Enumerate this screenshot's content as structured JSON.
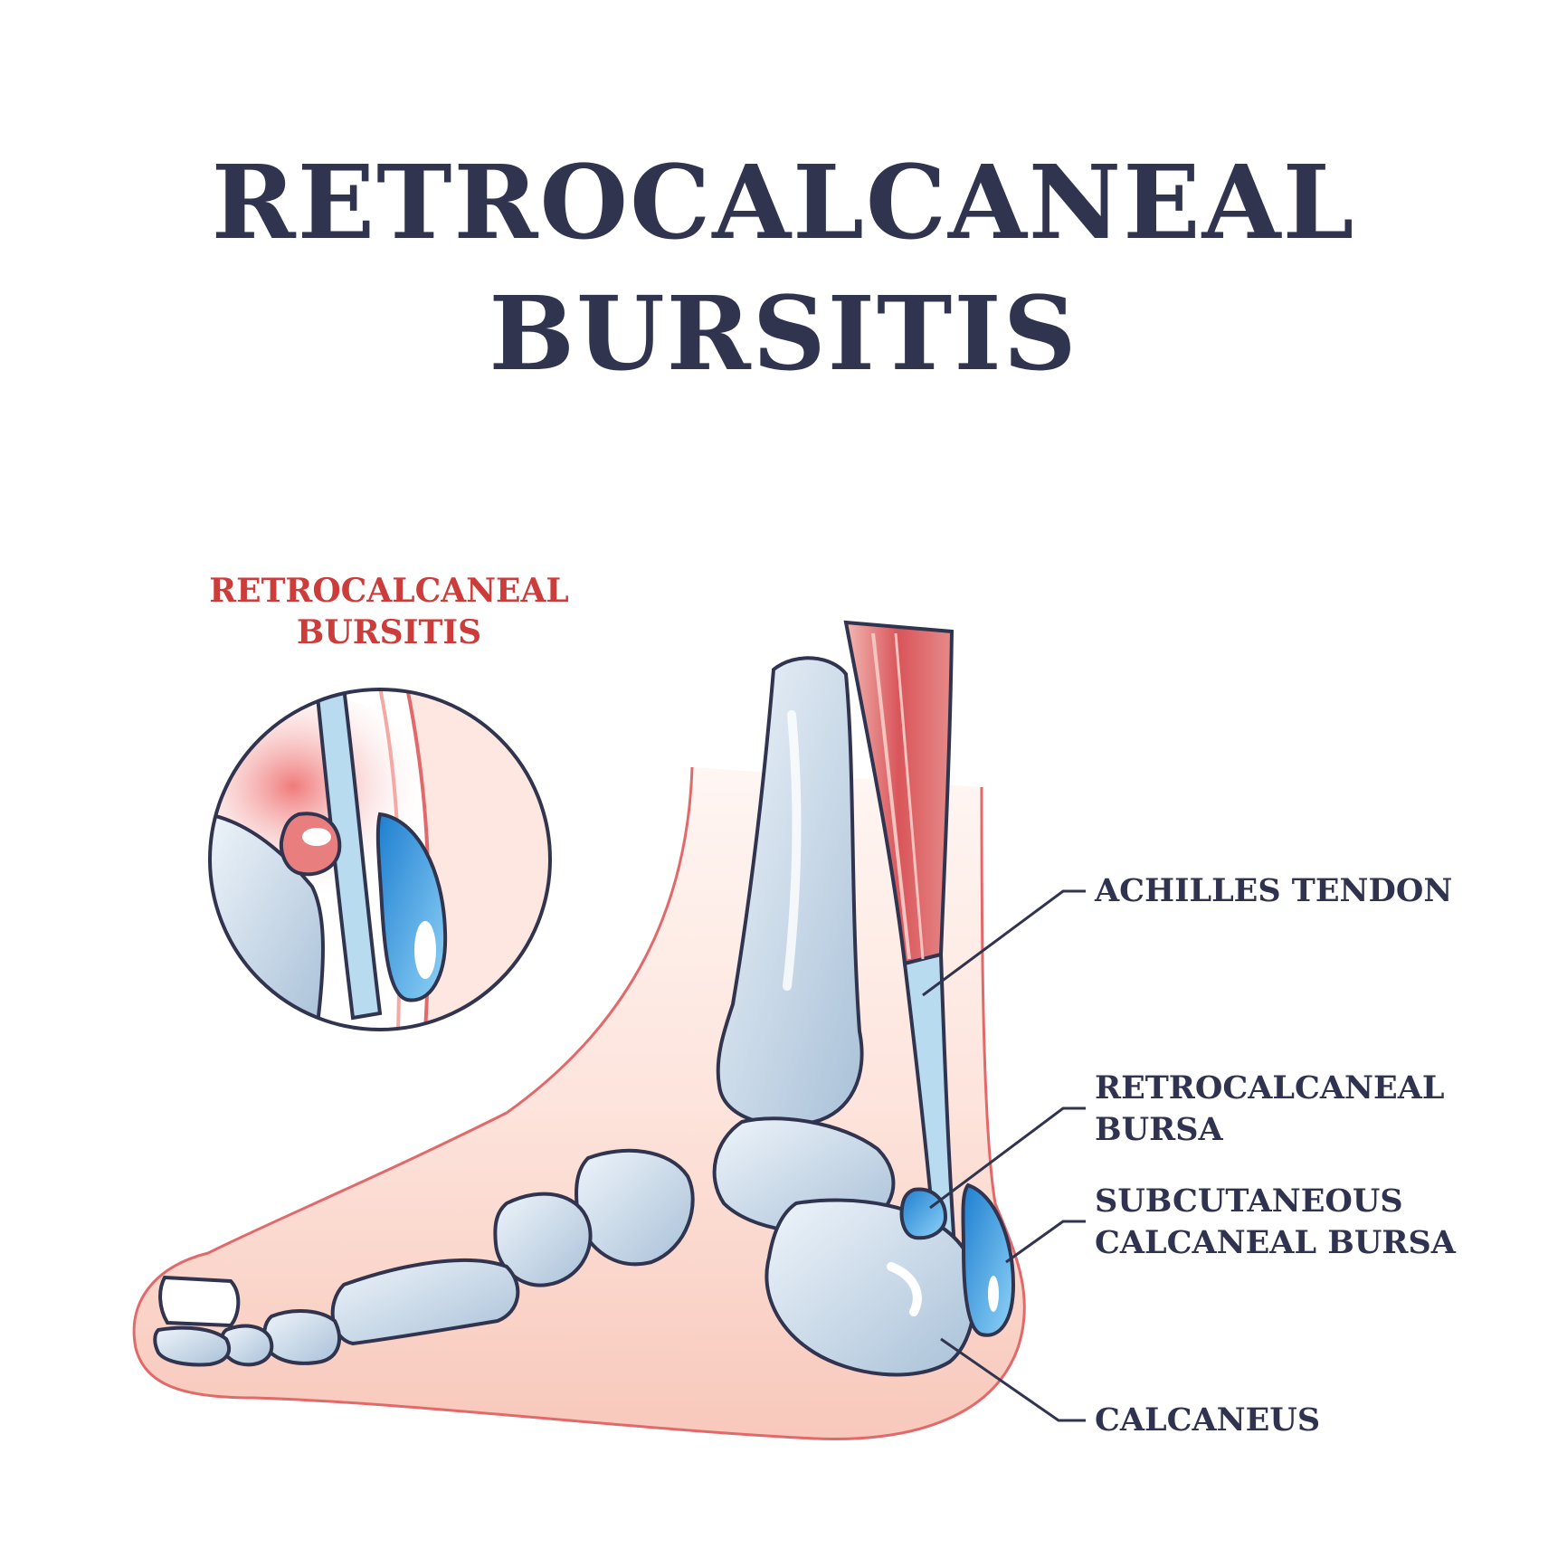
{
  "title": {
    "line1": "RETROCALCANEAL",
    "line2": "BURSITIS"
  },
  "inset": {
    "title_line1": "RETROCALCANEAL",
    "title_line2": "BURSITIS"
  },
  "labels": {
    "achilles_tendon": "ACHILLES TENDON",
    "retrocalcaneal_bursa_line1": "RETROCALCANEAL",
    "retrocalcaneal_bursa_line2": "BURSA",
    "subcutaneous_bursa_line1": "SUBCUTANEOUS",
    "subcutaneous_bursa_line2": "CALCANEAL BURSA",
    "calcaneus": "CALCANEUS"
  },
  "colors": {
    "ink": "#30344f",
    "accent_red": "#cc3c3a",
    "skin": "#fbd6cc",
    "bone": "#c9d9e8",
    "bursa_blue": "#3a9be0",
    "muscle_red": "#d9555a"
  }
}
